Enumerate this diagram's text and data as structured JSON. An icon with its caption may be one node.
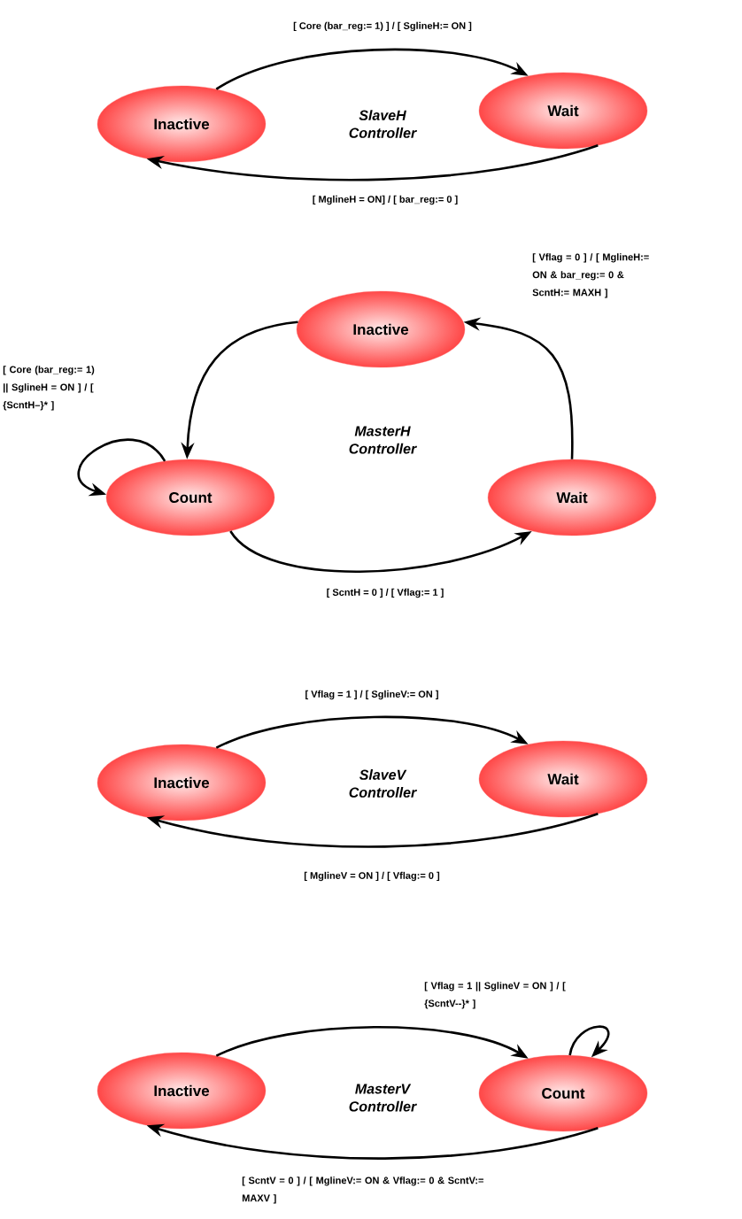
{
  "diagram": {
    "nodes": [
      {
        "text": [
          "Inactive"
        ]
      },
      {
        "text": [
          "Wait"
        ]
      },
      {
        "text": [
          "Inactive"
        ]
      },
      {
        "text": [
          "Count"
        ]
      },
      {
        "text": [
          "Wait"
        ]
      },
      {
        "text": [
          "Inactive"
        ]
      },
      {
        "text": [
          "Wait"
        ]
      },
      {
        "text": [
          "Inactive"
        ]
      },
      {
        "text": [
          "Count"
        ]
      }
    ],
    "edges": [
      {
        "from": 0,
        "to": 1,
        "arrow": "to",
        "label": "[ Core (bar_reg:= 1) ]  /  [ SglineH:= ON ]"
      },
      {
        "from": 1,
        "to": 0,
        "arrow": "to",
        "label": "[ MglineH = ON]  /  [ bar_reg:= 0 ]"
      },
      {
        "from": 2,
        "to": 3,
        "arrow": "to"
      },
      {
        "from": 3,
        "to": 3,
        "arrow": "to",
        "label": "[ Core (bar_reg:= 1) || SglineH = ON ] / [ {ScntH–}* ]"
      },
      {
        "from": 3,
        "to": 4,
        "arrow": "to",
        "label": "[ ScntH = 0 ]  /  [ Vflag:= 1 ]"
      },
      {
        "from": 4,
        "to": 2,
        "arrow": "to",
        "label": "[ Vflag = 0 ] / [ MglineH:= ON & bar_reg:= 0 & ScntH:= MAXH ]"
      },
      {
        "from": 5,
        "to": 6,
        "arrow": "to",
        "label": "[ Vflag = 1 ]  /  [ SglineV:= ON ]"
      },
      {
        "from": 6,
        "to": 5,
        "arrow": "to",
        "label": "[ MglineV = ON  ] /  [ Vflag:= 0 ]"
      },
      {
        "from": 7,
        "to": 8,
        "arrow": "to"
      },
      {
        "from": 8,
        "to": 8,
        "arrow": "to",
        "label": "[ Vflag = 1  ||  SglineV = ON ]  / [ {ScntV--}* ]"
      },
      {
        "from": 8,
        "to": 7,
        "arrow": "to",
        "label": "[ ScntV = 0 ]  / [ MglineV:= ON & Vflag:= 0 & ScntV:= MAXV ]"
      }
    ],
    "labels": [
      "SlaveH Controller",
      "MasterH Controller",
      "SlaveV Controller",
      "MasterV Controller"
    ]
  }
}
